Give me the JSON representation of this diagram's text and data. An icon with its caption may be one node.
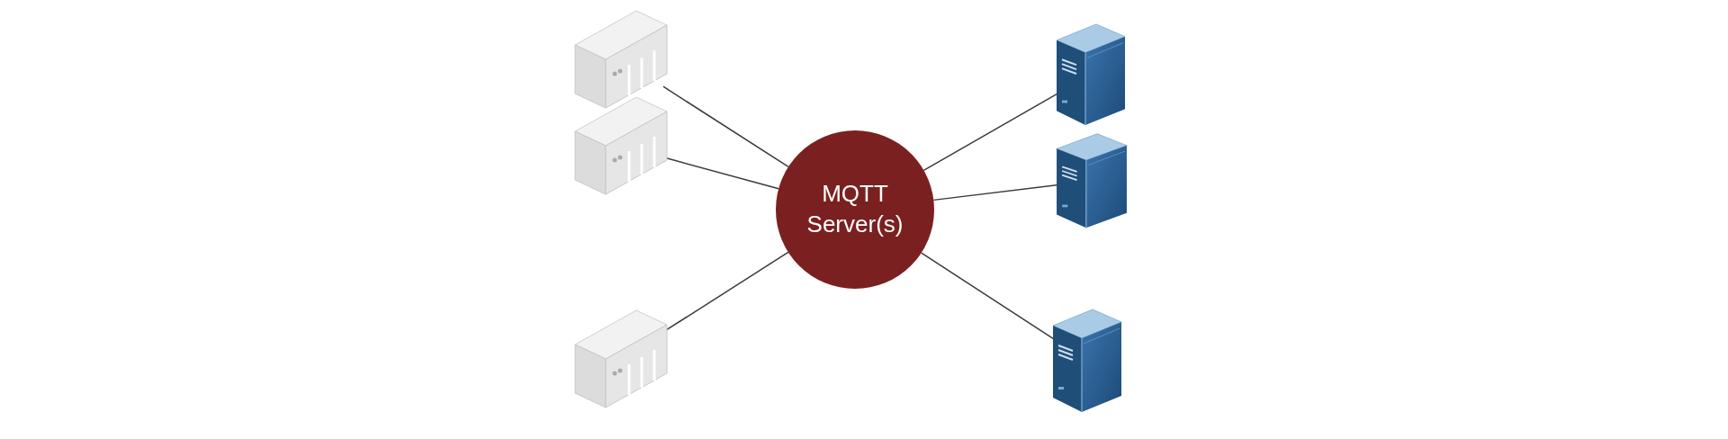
{
  "diagram": {
    "nodes": [
      {
        "text": [],
        "shape": "picture"
      },
      {
        "text": [],
        "shape": "picture"
      },
      {
        "text": [],
        "shape": "picture"
      },
      {
        "text": [
          "MQTT Server(s)"
        ]
      },
      {
        "text": [],
        "shape": "picture"
      },
      {
        "text": [],
        "shape": "picture"
      },
      {
        "text": [],
        "shape": "picture"
      }
    ],
    "edges": [
      {
        "from": 0,
        "to": 3,
        "arrow": "none"
      },
      {
        "from": 1,
        "to": 3,
        "arrow": "none"
      },
      {
        "from": 2,
        "to": 3,
        "arrow": "none"
      },
      {
        "from": 3,
        "to": 4,
        "arrow": "none"
      },
      {
        "from": 3,
        "to": 5,
        "arrow": "none"
      },
      {
        "from": 3,
        "to": 6,
        "arrow": "none"
      }
    ]
  }
}
